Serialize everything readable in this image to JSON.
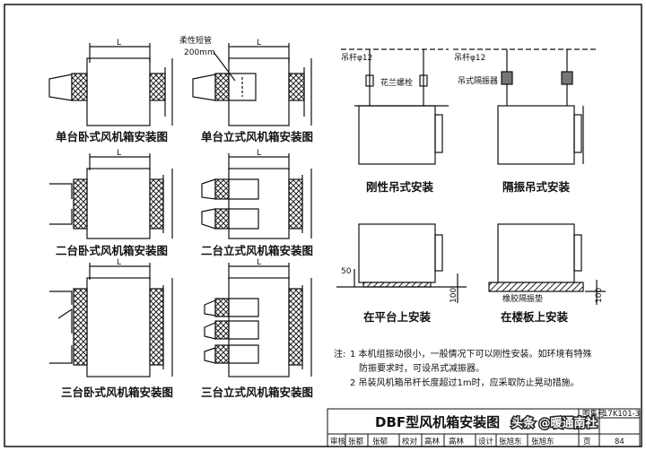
{
  "drawings": {
    "single_horizontal": {
      "caption": "单台卧式风机箱安装图",
      "dim_label": "L"
    },
    "single_vertical": {
      "caption": "单台立式风机箱安装图",
      "dim_label": "L",
      "callout_pipe": "柔性短管",
      "callout_size": "200mm"
    },
    "double_horizontal": {
      "caption": "二台卧式风机箱安装图",
      "dim_label": "L"
    },
    "double_vertical": {
      "caption": "二台立式风机箱安装图",
      "dim_label": "L"
    },
    "triple_horizontal": {
      "caption": "三台卧式风机箱安装图",
      "dim_label": "L"
    },
    "triple_vertical": {
      "caption": "三台立式风机箱安装图",
      "dim_label": "L"
    },
    "rigid_hanging": {
      "caption": "刚性吊式安装",
      "rod_label": "吊杆φ12",
      "bolt_label": "花兰螺栓"
    },
    "isolated_hanging": {
      "caption": "隔振吊式安装",
      "rod_label": "吊杆φ12",
      "isolator_label": "吊式隔振器"
    },
    "platform": {
      "caption": "在平台上安装",
      "dim_50": "50",
      "dim_100": "100"
    },
    "floor": {
      "caption": "在楼板上安装",
      "pad_label": "橡胶隔振垫",
      "dim_100": "100"
    }
  },
  "notes": {
    "heading": "注:",
    "line1": "1  本机组振动很小，一般情况下可以刚性安装。如环境有特殊",
    "line2": "防振要求时，可设吊式减振器。",
    "line3": "2  吊装风机箱吊杆长度超过1m时，应采取防止晃动措施。"
  },
  "title_block": {
    "title": "DBF型风机箱安装图",
    "atlas_label": "图集号",
    "atlas_no": "17K101-3",
    "page_label": "页",
    "page_no": "84",
    "roles": [
      "审核",
      "张都",
      "张郁",
      "校对",
      "高林",
      "高林",
      "设计",
      "张旭东",
      "张旭东"
    ]
  },
  "watermark": "头条 @暖通南社"
}
